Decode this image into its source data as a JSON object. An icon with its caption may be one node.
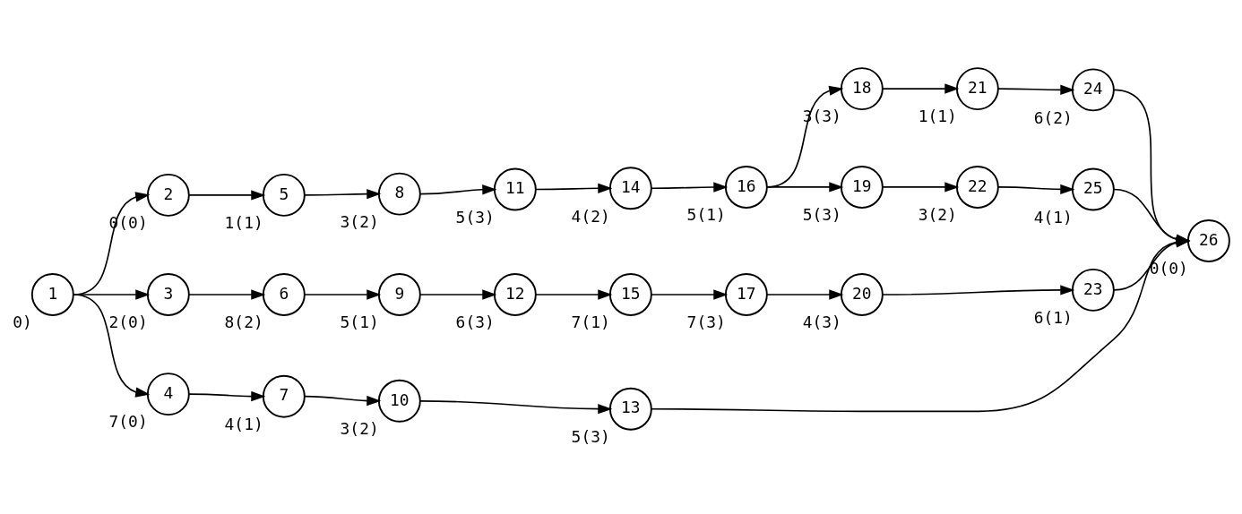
{
  "diagram": {
    "nodes": [
      {
        "text": [
          "1"
        ],
        "beside": [
          "0)"
        ]
      },
      {
        "text": [
          "2"
        ],
        "beside": [
          "0(0)"
        ]
      },
      {
        "text": [
          "3"
        ],
        "beside": [
          "2(0)"
        ]
      },
      {
        "text": [
          "4"
        ],
        "beside": [
          "7(0)"
        ]
      },
      {
        "text": [
          "5"
        ],
        "beside": [
          "1(1)"
        ]
      },
      {
        "text": [
          "6"
        ],
        "beside": [
          "8(2)"
        ]
      },
      {
        "text": [
          "7"
        ],
        "beside": [
          "4(1)"
        ]
      },
      {
        "text": [
          "8"
        ],
        "beside": [
          "3(2)"
        ]
      },
      {
        "text": [
          "9"
        ],
        "beside": [
          "5(1)"
        ]
      },
      {
        "text": [
          "10"
        ],
        "beside": [
          "3(2)"
        ]
      },
      {
        "text": [
          "11"
        ],
        "beside": [
          "5(3)"
        ]
      },
      {
        "text": [
          "12"
        ],
        "beside": [
          "6(3)"
        ]
      },
      {
        "text": [
          "13"
        ],
        "beside": [
          "5(3)"
        ]
      },
      {
        "text": [
          "14"
        ],
        "beside": [
          "4(2)"
        ]
      },
      {
        "text": [
          "15"
        ],
        "beside": [
          "7(1)"
        ]
      },
      {
        "text": [
          "16"
        ],
        "beside": [
          "5(1)"
        ]
      },
      {
        "text": [
          "17"
        ],
        "beside": [
          "7(3)"
        ]
      },
      {
        "text": [
          "18"
        ],
        "beside": [
          "3(3)"
        ]
      },
      {
        "text": [
          "19"
        ],
        "beside": [
          "5(3)"
        ]
      },
      {
        "text": [
          "20"
        ],
        "beside": [
          "4(3)"
        ]
      },
      {
        "text": [
          "21"
        ],
        "beside": [
          "1(1)"
        ]
      },
      {
        "text": [
          "22"
        ],
        "beside": [
          "3(2)"
        ]
      },
      {
        "text": [
          "23"
        ],
        "beside": [
          "6(1)"
        ]
      },
      {
        "text": [
          "24"
        ],
        "beside": [
          "6(2)"
        ]
      },
      {
        "text": [
          "25"
        ],
        "beside": [
          "4(1)"
        ]
      },
      {
        "text": [
          "26"
        ],
        "beside": [
          "0(0)"
        ]
      }
    ],
    "edges": [
      {
        "from": 0,
        "to": 1,
        "arrow": "to"
      },
      {
        "from": 0,
        "to": 2,
        "arrow": "to"
      },
      {
        "from": 0,
        "to": 3,
        "arrow": "to"
      },
      {
        "from": 1,
        "to": 4,
        "arrow": "to"
      },
      {
        "from": 4,
        "to": 7,
        "arrow": "to"
      },
      {
        "from": 7,
        "to": 10,
        "arrow": "to"
      },
      {
        "from": 10,
        "to": 13,
        "arrow": "to"
      },
      {
        "from": 13,
        "to": 15,
        "arrow": "to"
      },
      {
        "from": 15,
        "to": 17,
        "arrow": "to"
      },
      {
        "from": 15,
        "to": 18,
        "arrow": "to"
      },
      {
        "from": 17,
        "to": 20,
        "arrow": "to"
      },
      {
        "from": 20,
        "to": 23,
        "arrow": "to"
      },
      {
        "from": 18,
        "to": 21,
        "arrow": "to"
      },
      {
        "from": 21,
        "to": 24,
        "arrow": "to"
      },
      {
        "from": 2,
        "to": 5,
        "arrow": "to"
      },
      {
        "from": 5,
        "to": 8,
        "arrow": "to"
      },
      {
        "from": 8,
        "to": 11,
        "arrow": "to"
      },
      {
        "from": 11,
        "to": 14,
        "arrow": "to"
      },
      {
        "from": 14,
        "to": 16,
        "arrow": "to"
      },
      {
        "from": 16,
        "to": 19,
        "arrow": "to"
      },
      {
        "from": 19,
        "to": 22,
        "arrow": "to"
      },
      {
        "from": 3,
        "to": 6,
        "arrow": "to"
      },
      {
        "from": 6,
        "to": 9,
        "arrow": "to"
      },
      {
        "from": 9,
        "to": 12,
        "arrow": "to"
      },
      {
        "from": 23,
        "to": 25,
        "arrow": "to"
      },
      {
        "from": 24,
        "to": 25,
        "arrow": "to"
      },
      {
        "from": 22,
        "to": 25,
        "arrow": "to"
      },
      {
        "from": 12,
        "to": 25,
        "arrow": "to"
      }
    ]
  }
}
